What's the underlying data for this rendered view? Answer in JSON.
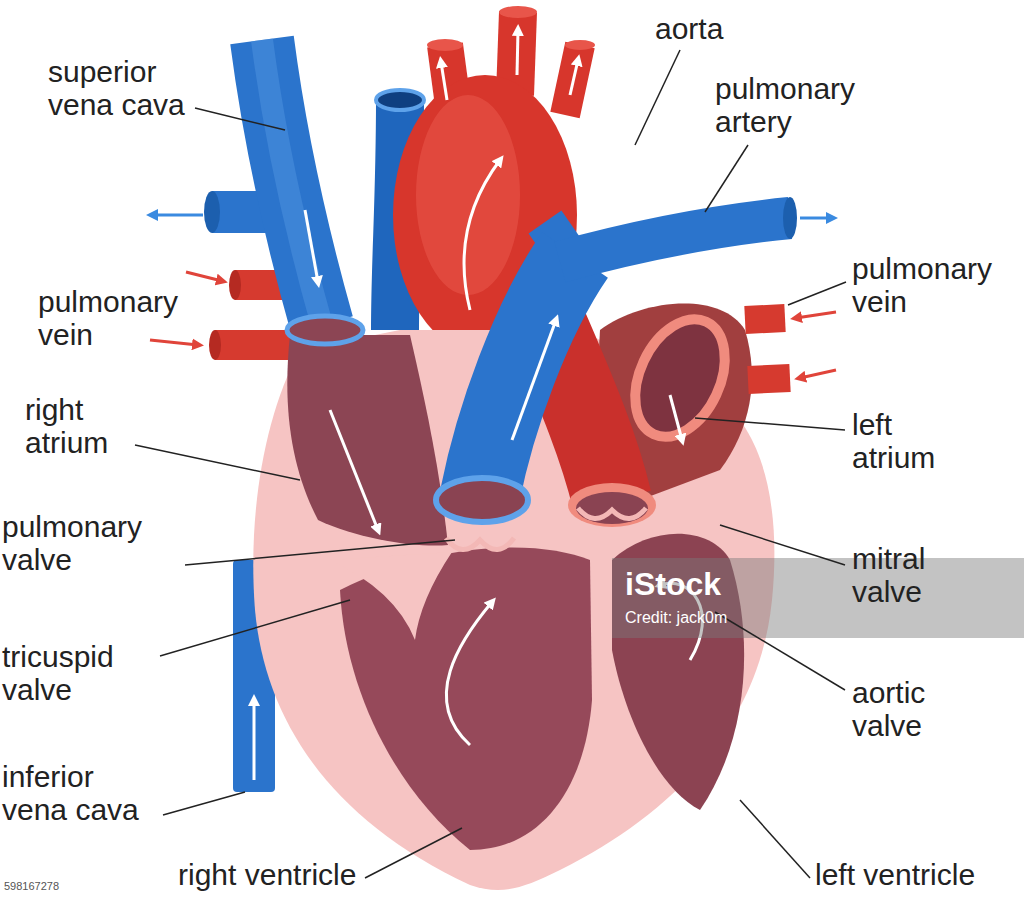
{
  "diagram": {
    "labels": [
      "superior vena cava",
      "aorta",
      "pulmonary artery",
      "pulmonary vein",
      "pulmonary vein",
      "right atrium",
      "left atrium",
      "pulmonary valve",
      "mitral valve",
      "tricuspid valve",
      "aortic valve",
      "inferior vena cava",
      "right ventricle",
      "left ventricle",
      "iStock",
      "Credit: jack0m",
      "598167278"
    ]
  }
}
